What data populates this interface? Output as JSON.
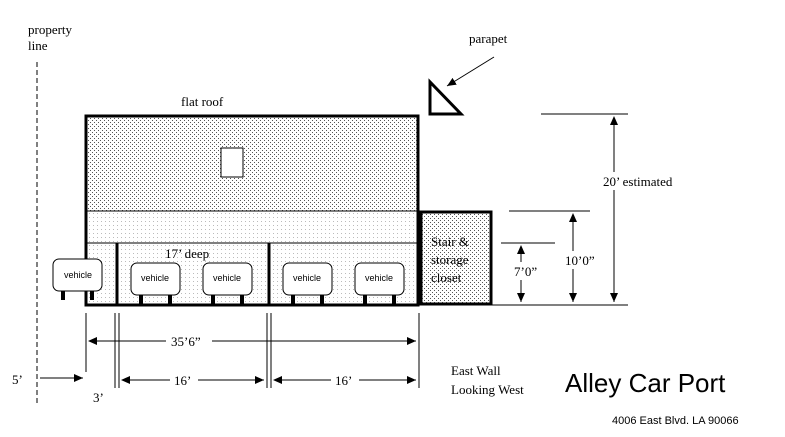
{
  "labels": {
    "property_line_1": "property",
    "property_line_2": "line",
    "parapet": "parapet",
    "flat_roof": "flat roof",
    "deep": "17’ deep",
    "stair_1": "Stair &",
    "stair_2": "storage",
    "stair_3": "closet",
    "height_estimated": "20’ estimated",
    "height_ten": "10’0”",
    "height_seven": "7’0”",
    "width_total": "35’6”",
    "width_bay_left": "16’",
    "width_bay_right": "16’",
    "setback": "5’",
    "post_gap": "3’",
    "view_1": "East Wall",
    "view_2": "Looking West"
  },
  "vehicles": [
    "vehicle",
    "vehicle",
    "vehicle",
    "vehicle",
    "vehicle"
  ],
  "title": "Alley Car Port",
  "address": "4006 East Blvd. LA 90066"
}
